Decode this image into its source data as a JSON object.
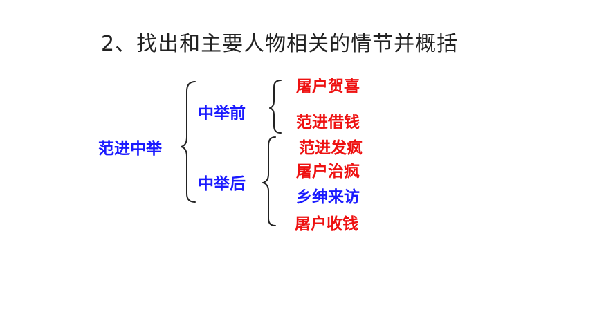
{
  "title": "2、找出和主要人物相关的情节并概括",
  "tree": {
    "root": "范进中举",
    "branches": [
      {
        "label": "中举前",
        "leaves": [
          "屠户贺喜",
          "范进借钱"
        ]
      },
      {
        "label": "中举后",
        "leaves": [
          "范进发疯",
          "屠户治疯",
          "乡绅来访",
          "屠户收钱"
        ]
      }
    ]
  },
  "colors": {
    "title": "#222222",
    "branch": "#1a1aff",
    "leaf_red": "#ee1111",
    "leaf_blue": "#1a1aff"
  }
}
